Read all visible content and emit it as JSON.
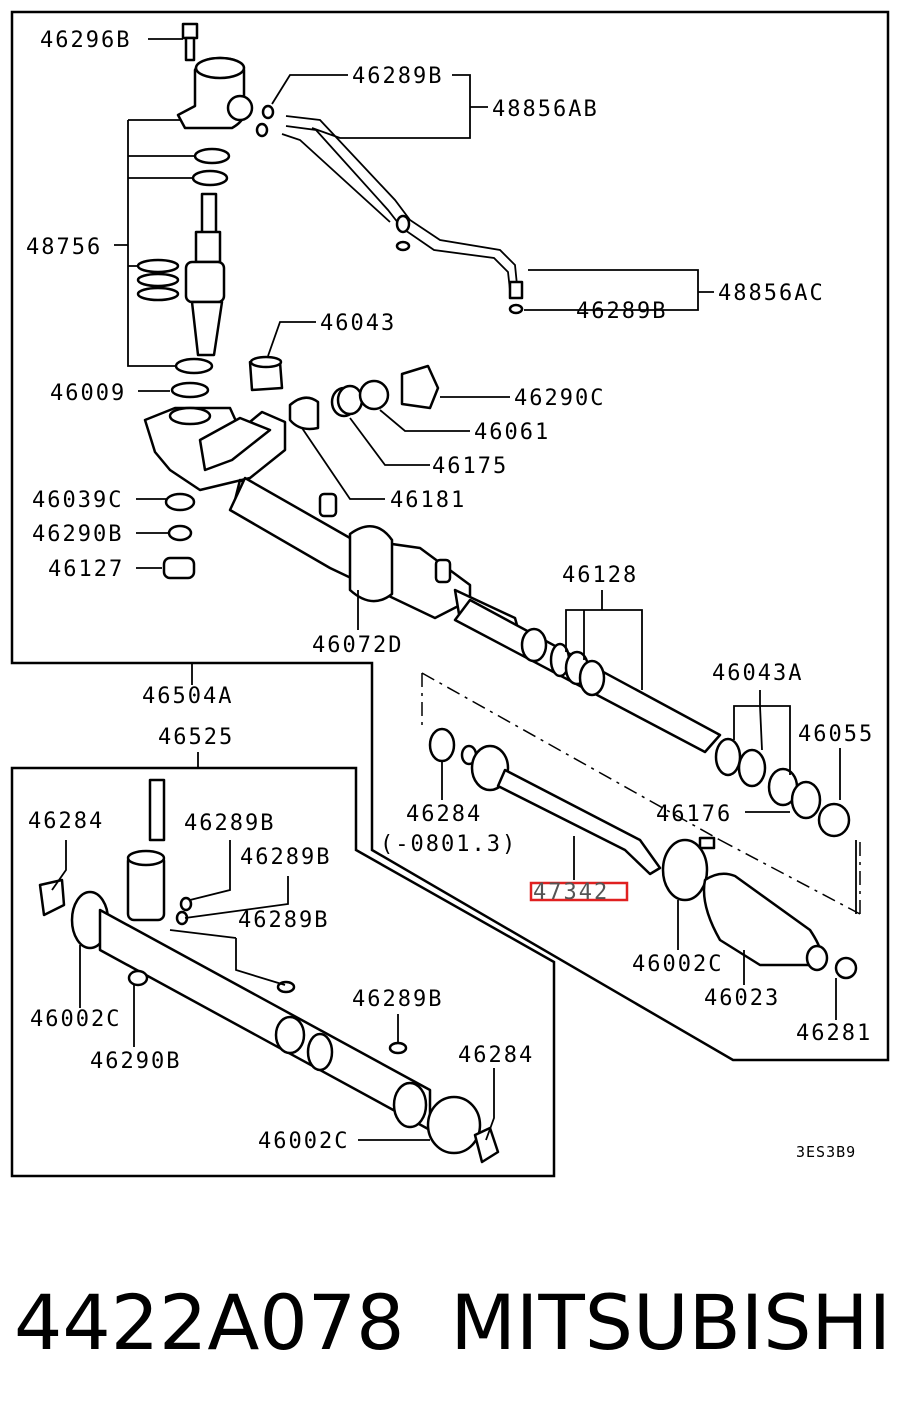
{
  "diagram": {
    "labels": {
      "l46296B": "46296B",
      "l46289B_a": "46289B",
      "l48856AB": "48856AB",
      "l48756": "48756",
      "l48856AC": "48856AC",
      "l46289B_b": "46289B",
      "l46043": "46043",
      "l46009": "46009",
      "l46290C": "46290C",
      "l46061": "46061",
      "l46175": "46175",
      "l46181": "46181",
      "l46039C": "46039C",
      "l46290B_a": "46290B",
      "l46127": "46127",
      "l46128": "46128",
      "l46072D": "46072D",
      "l46504A": "46504A",
      "l46043A": "46043A",
      "l46525": "46525",
      "l46055": "46055",
      "l46284_a": "46284",
      "l46284_b": "46284",
      "l46289B_c": "46289B",
      "l46289B_d": "46289B",
      "l0801": "(-0801.3)",
      "l46176": "46176",
      "l47342": "47342",
      "l46289B_e": "46289B",
      "l46002C_a": "46002C",
      "l46023": "46023",
      "l46002C_b": "46002C",
      "l46289B_f": "46289B",
      "l46281": "46281",
      "l46290B_b": "46290B",
      "l46284_c": "46284",
      "l46002C_c": "46002C",
      "code": "3ES3B9"
    }
  },
  "caption": {
    "part_number": "4422A078",
    "brand": "MITSUBISHI"
  },
  "colors": {
    "highlight": "#e02020",
    "line": "#000000",
    "background": "#ffffff"
  }
}
